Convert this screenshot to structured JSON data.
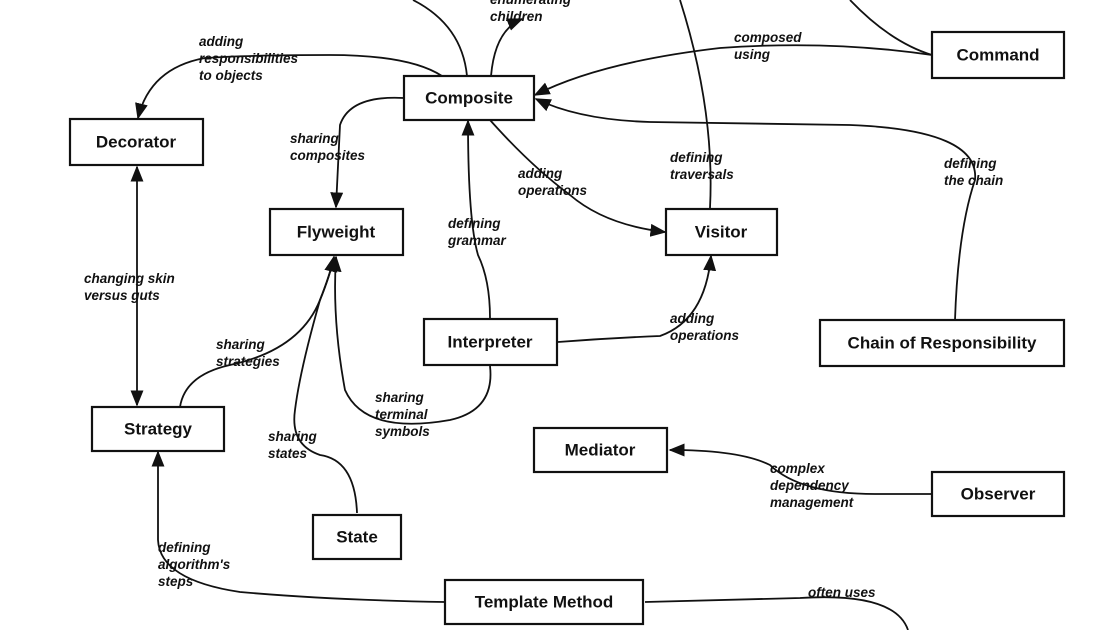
{
  "patterns": {
    "composite": "Composite",
    "decorator": "Decorator",
    "command": "Command",
    "flyweight": "Flyweight",
    "visitor": "Visitor",
    "interpreter": "Interpreter",
    "chain": "Chain of Responsibility",
    "strategy": "Strategy",
    "mediator": "Mediator",
    "observer": "Observer",
    "state": "State",
    "template_method": "Template Method"
  },
  "relations": {
    "enumerating_children": [
      "enumerating",
      "children"
    ],
    "adding_responsibilities": [
      "adding",
      "responsibilities",
      "to objects"
    ],
    "composed_using": [
      "composed",
      "using"
    ],
    "sharing_composites": [
      "sharing",
      "composites"
    ],
    "adding_operations_composite": [
      "adding",
      "operations"
    ],
    "defining_traversals": [
      "defining",
      "traversals"
    ],
    "defining_chain": [
      "defining",
      "the chain"
    ],
    "defining_grammar": [
      "defining",
      "grammar"
    ],
    "changing_skin": [
      "changing skin",
      "versus guts"
    ],
    "sharing_strategies": [
      "sharing",
      "strategies"
    ],
    "adding_operations_interpreter": [
      "adding",
      "operations"
    ],
    "sharing_terminal_symbols": [
      "sharing",
      "terminal",
      "symbols"
    ],
    "sharing_states": [
      "sharing",
      "states"
    ],
    "complex_dependency": [
      "complex",
      "dependency",
      "management"
    ],
    "defining_algorithm_steps": [
      "defining",
      "algorithm's",
      "steps"
    ],
    "often_uses": [
      "often uses"
    ]
  }
}
